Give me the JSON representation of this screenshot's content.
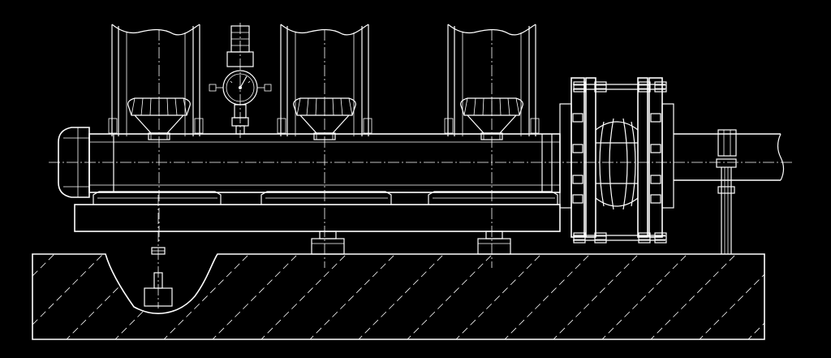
{
  "drawing": {
    "colors": {
      "background": "#000000",
      "line": "#ffffff"
    },
    "components": [
      "foundation-block",
      "base-plate",
      "pipe-body",
      "end-cap",
      "handwheel-left",
      "handwheel-middle",
      "handwheel-right",
      "pressure-gauge",
      "expansion-joint",
      "outlet-pipe",
      "support-post"
    ]
  }
}
